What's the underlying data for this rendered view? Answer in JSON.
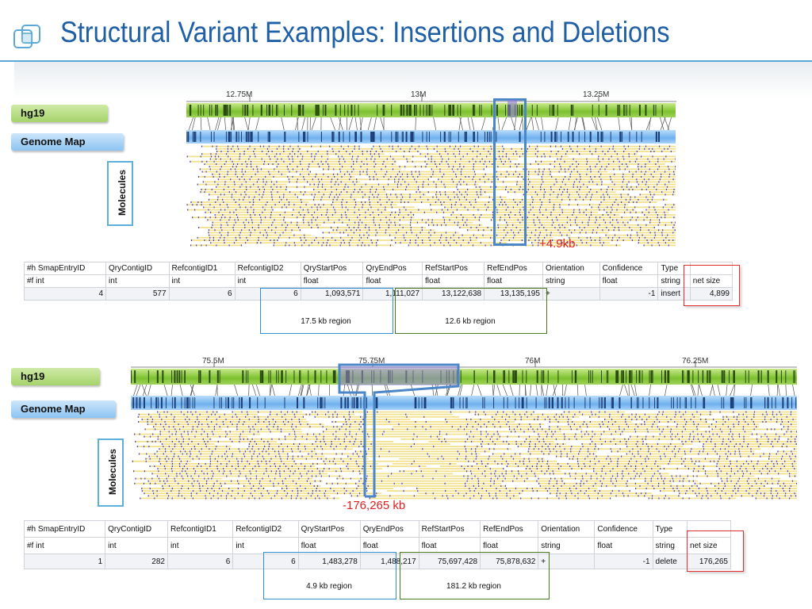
{
  "slide": {
    "title": "Structural Variant Examples: Insertions and Deletions"
  },
  "panels": [
    {
      "ref_label": "hg19",
      "map_label": "Genome Map",
      "molecules_label": "Molecules",
      "ruler_ticks": [
        "12.75M",
        "13M",
        "13.25M"
      ],
      "annotation": "+4.9kb",
      "table": {
        "headers": [
          "#h SmapEntryID",
          "QryContigID",
          "RefcontigID1",
          "RefcontigID2",
          "QryStartPos",
          "QryEndPos",
          "RefStartPos",
          "RefEndPos",
          "Orientation",
          "Confidence",
          "Type",
          ""
        ],
        "types": [
          "#f int",
          "int",
          "int",
          "int",
          "float",
          "float",
          "float",
          "float",
          "string",
          "float",
          "string",
          "net size"
        ],
        "values": [
          "4",
          "577",
          "6",
          "6",
          "1,093,571",
          "1,111,027",
          "13,122,638",
          "13,135,195",
          "+",
          "-1",
          "insert",
          "4,899"
        ]
      },
      "query_region": "17.5 kb region",
      "ref_region": "12.6 kb region"
    },
    {
      "ref_label": "hg19",
      "map_label": "Genome Map",
      "molecules_label": "Molecules",
      "ruler_ticks": [
        "75.5M",
        "75.75M",
        "76M",
        "76.25M"
      ],
      "annotation": "-176,265 kb",
      "table": {
        "headers": [
          "#h SmapEntryID",
          "QryContigID",
          "RefcontigID1",
          "RefcontigID2",
          "QryStartPos",
          "QryEndPos",
          "RefStartPos",
          "RefEndPos",
          "Orientation",
          "Confidence",
          "Type",
          ""
        ],
        "types": [
          "#f int",
          "int",
          "int",
          "int",
          "float",
          "float",
          "float",
          "float",
          "string",
          "float",
          "string",
          "net size"
        ],
        "values": [
          "1",
          "282",
          "6",
          "6",
          "1,483,278",
          "1,488,217",
          "75,697,428",
          "75,878,632",
          "+",
          "-1",
          "delete",
          "176,265"
        ]
      },
      "query_region": "4.9 kb region",
      "ref_region": "181.2 kb region"
    }
  ],
  "colors": {
    "title": "#1f5fa6",
    "annotation_red": "#e02020",
    "highlight_blue": "#4a86c8",
    "query_box": "#2f8fd0",
    "ref_box": "#4a7a1c",
    "netsize_box": "#e03030"
  }
}
